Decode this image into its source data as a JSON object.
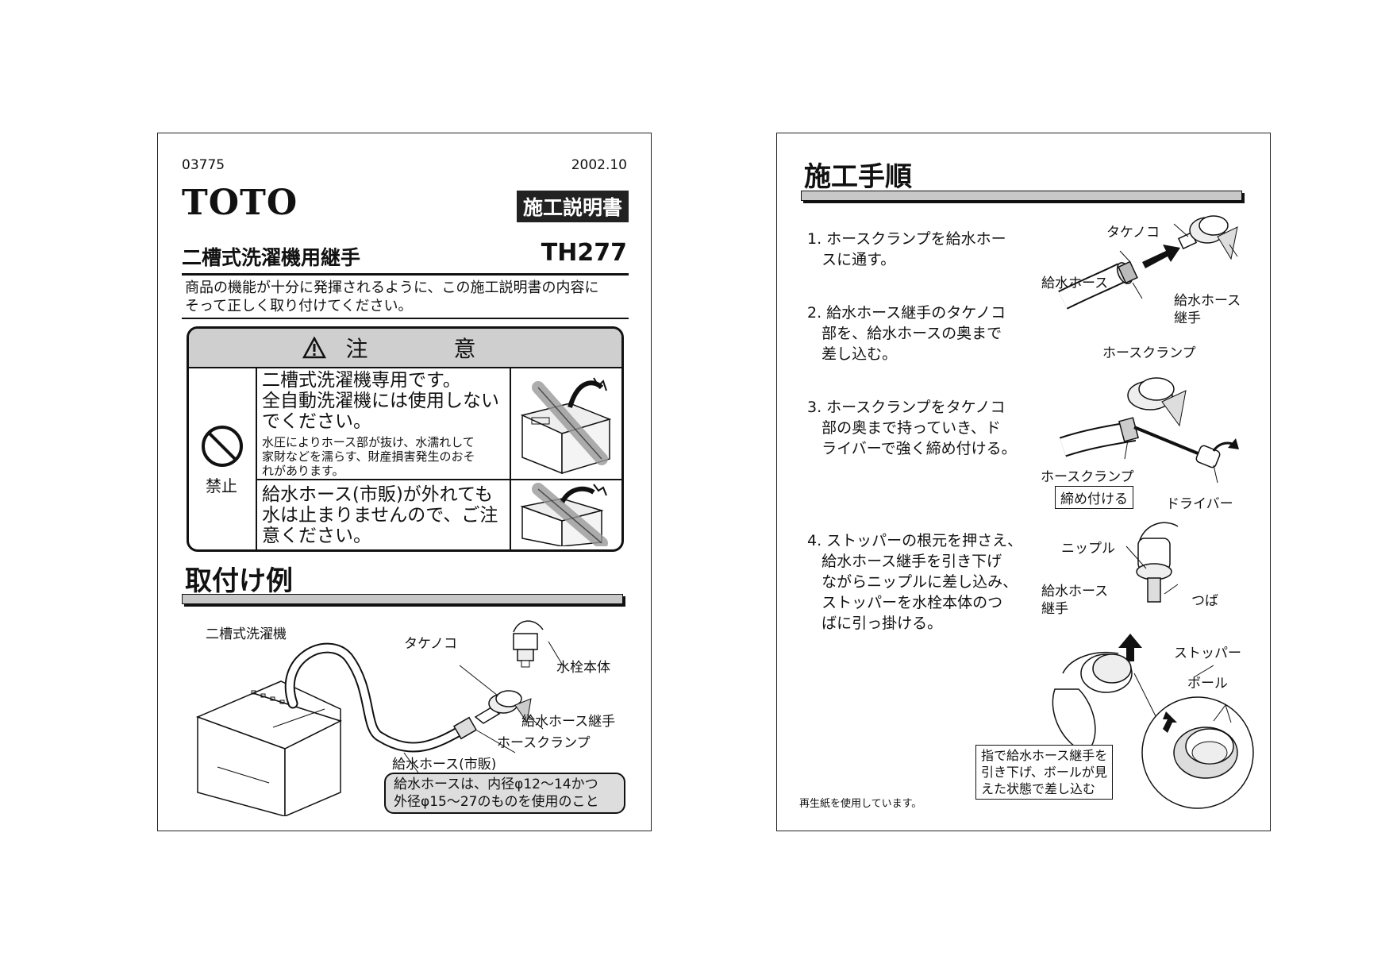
{
  "left": {
    "code": "03775",
    "date": "2002.10",
    "brand": "TOTO",
    "doc_type": "施工説明書",
    "product_name": "二槽式洗濯機用継手",
    "model": "TH277",
    "intro": [
      "商品の機能が十分に発揮されるように、この施工説明書の内容に",
      "そって正しく取り付けてください。"
    ],
    "caution": {
      "title": "注　意",
      "prohibit_label": "禁止",
      "row1_big": [
        "二槽式洗濯機専用です。",
        "全自動洗濯機には使用しない",
        "でください。"
      ],
      "row1_small": [
        "水圧によりホース部が抜け、水濡れして",
        "家財などを濡らす、財産損害発生のおそ",
        "れがあります。"
      ],
      "row2_big": [
        "給水ホース(市販)が外れても",
        "水は止まりませんので、ご注",
        "意ください。"
      ]
    },
    "section_title": "取付け例",
    "labels": {
      "washer": "二槽式洗濯機",
      "takenoko": "タケノコ",
      "faucet": "水栓本体",
      "joint": "給水ホース継手",
      "clamp": "ホースクランプ",
      "hose": "給水ホース(市販)"
    },
    "note": [
      "給水ホースは、内径φ12〜14かつ",
      "外径φ15〜27のものを使用のこと"
    ]
  },
  "right": {
    "section_title": "施工手順",
    "steps": [
      "1. ホースクランプを給水ホー\n   スに通す。",
      "2. 給水ホース継手のタケノコ\n   部を、給水ホースの奥まで\n   差し込む。",
      "3. ホースクランプをタケノコ\n   部の奥まで持っていき、ド\n   ライバーで強く締め付ける。",
      "4. ストッパーの根元を押さえ、\n   給水ホース継手を引き下げ\n   ながらニップルに差し込み、\n   ストッパーを水栓本体のつ\n   ばに引っ掛ける。"
    ],
    "labels": {
      "takenoko": "タケノコ",
      "hose": "給水ホース",
      "joint1": "給水ホース",
      "joint2": "継手",
      "clamp1": "ホースクランプ",
      "clamp2": "ホースクランプ",
      "tighten": "締め付ける",
      "driver": "ドライバー",
      "nipple": "ニップル",
      "tsuba": "つば",
      "joint3": "給水ホース",
      "joint4": "継手",
      "stopper": "ストッパー",
      "ball": "ボール"
    },
    "hint": [
      "指で給水ホース継手を",
      "引き下げ、ボールが見",
      "えた状態で差し込む"
    ],
    "recycled": "再生紙を使用しています。"
  }
}
